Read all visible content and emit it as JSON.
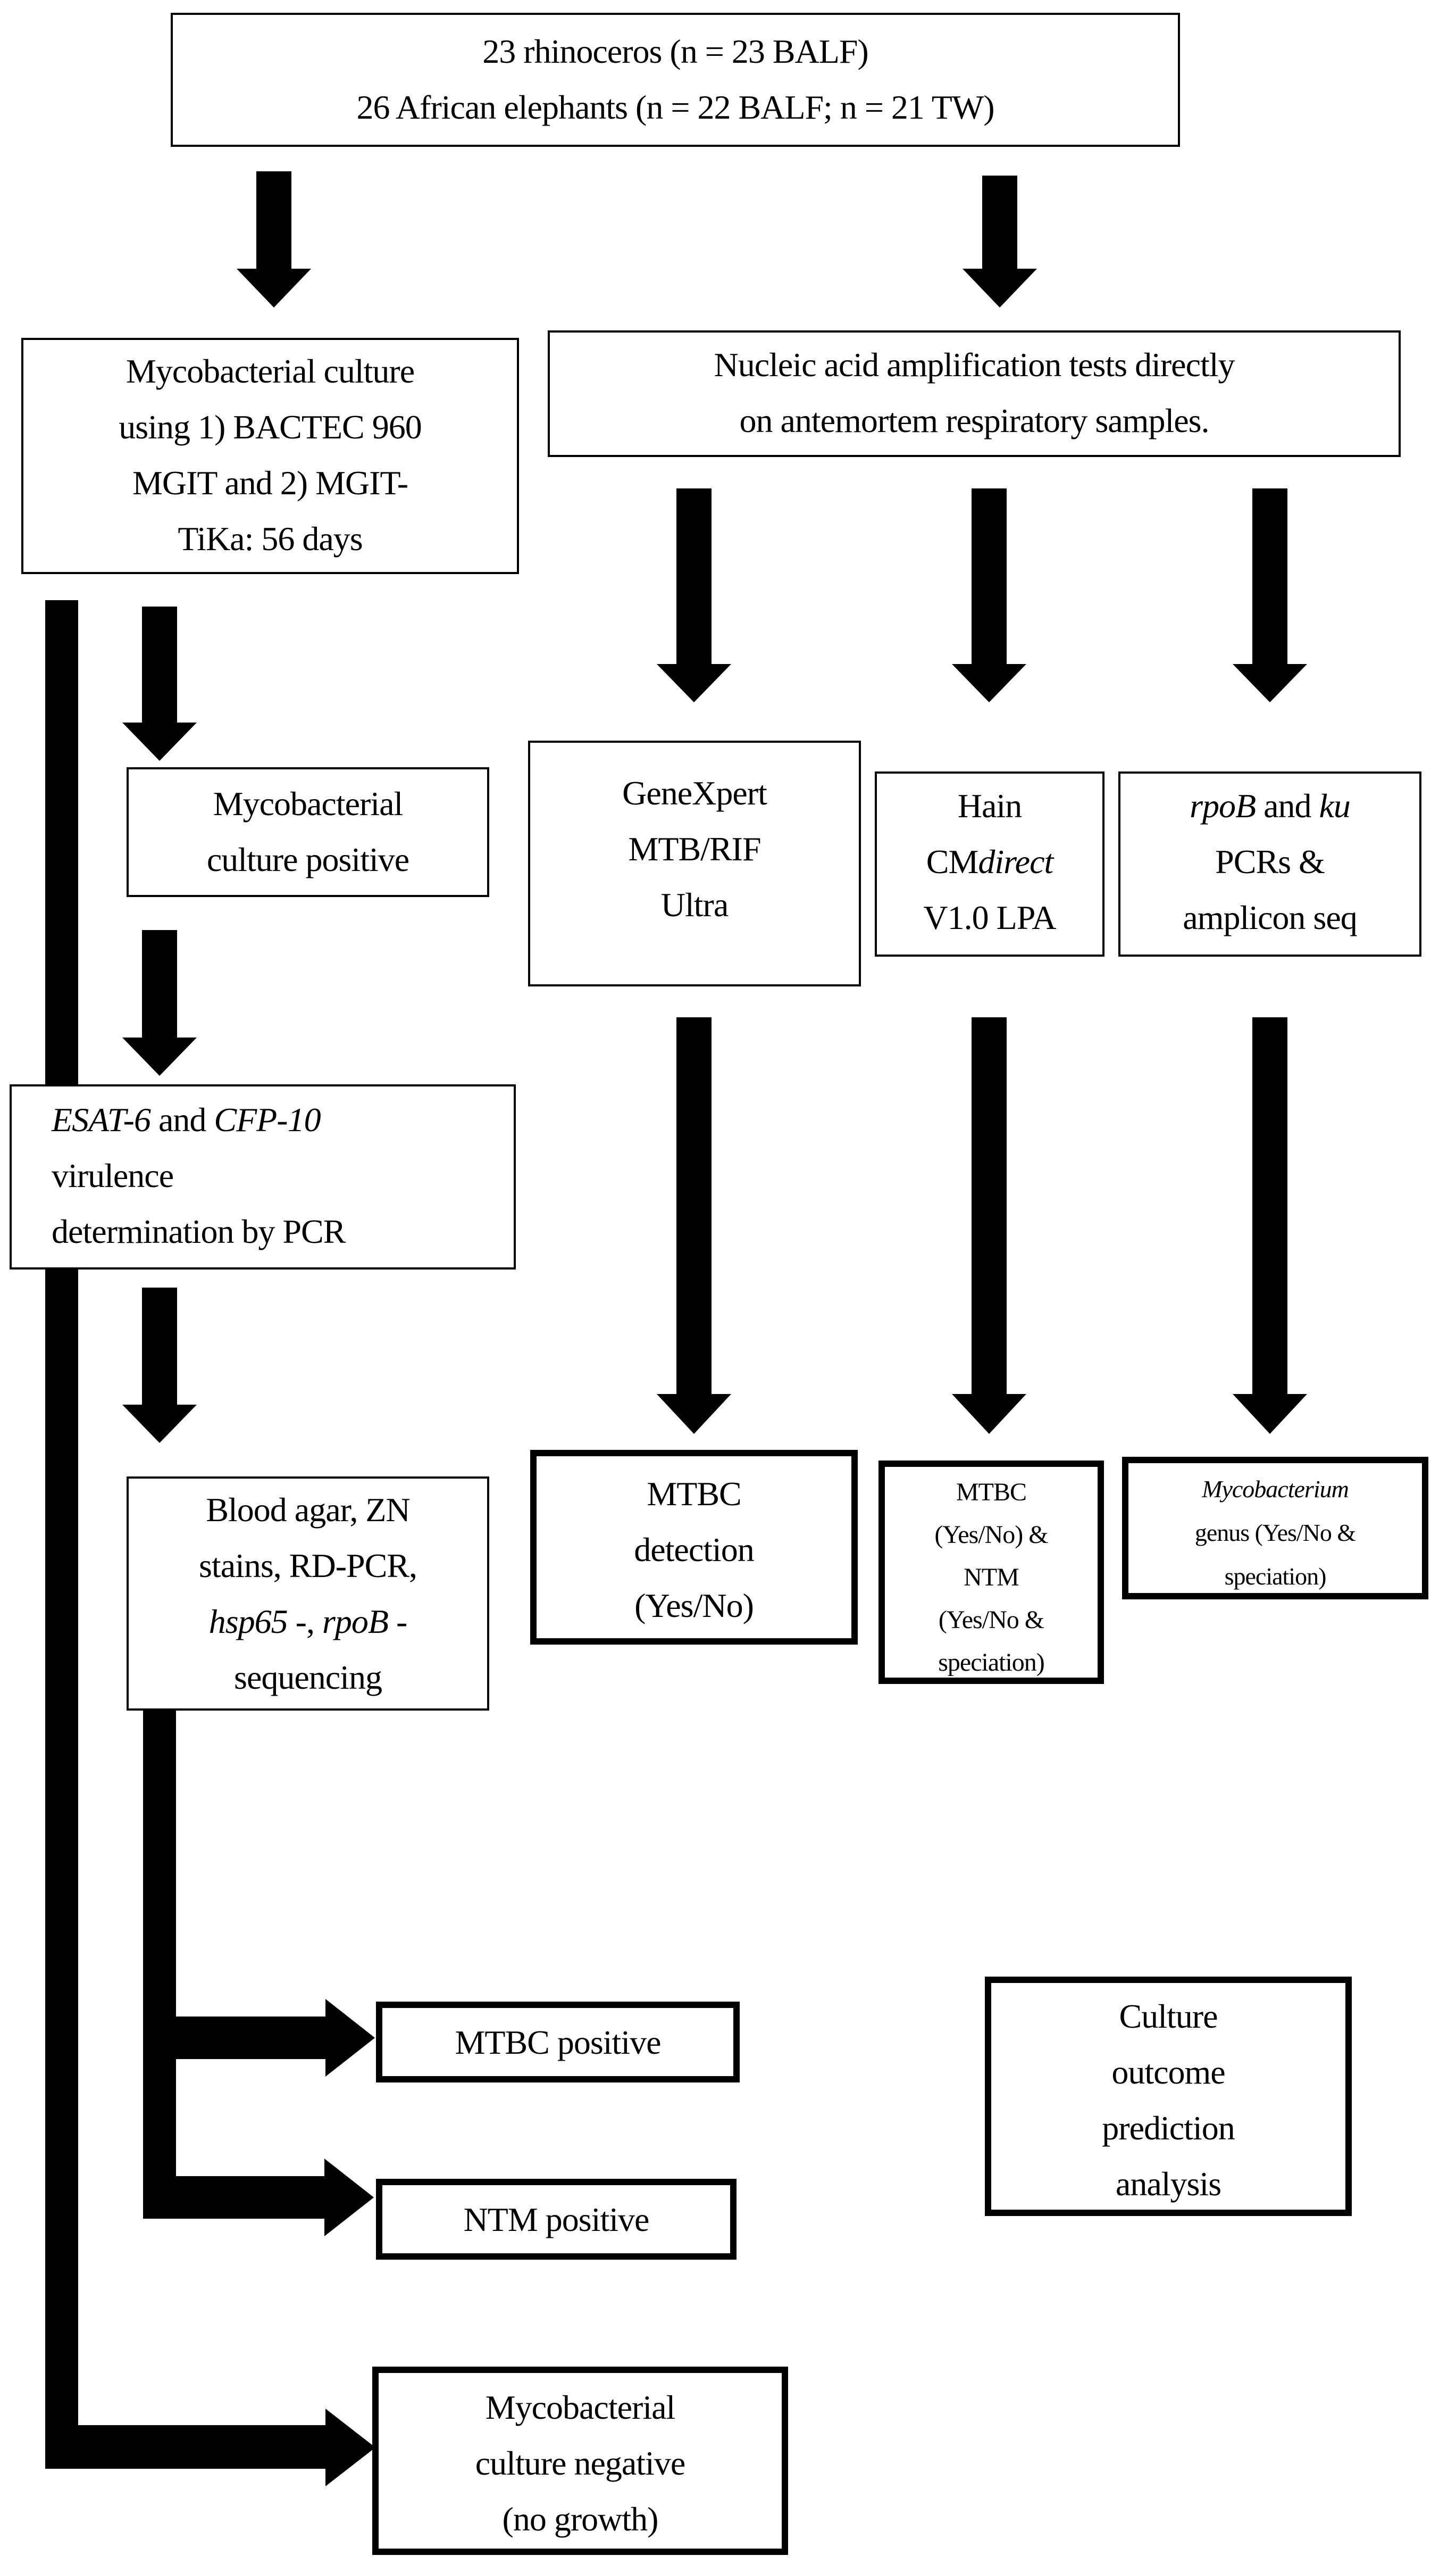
{
  "figure": {
    "type": "flowchart",
    "colors": {
      "ink": "#000000",
      "paper": "#ffffff",
      "box_border": "#000000",
      "arrow_fill": "#000000"
    },
    "boxes": {
      "cohort": {
        "lines": [
          "23 rhinoceros (n = 23 BALF)",
          "26 African elephants (n = 22 BALF; n = 21 TW)"
        ]
      },
      "culture": {
        "lines": [
          "Mycobacterial culture",
          "using 1) BACTEC 960",
          "MGIT and 2) MGIT-",
          "TiKa: 56 days"
        ]
      },
      "naat": {
        "lines": [
          "Nucleic acid amplification tests directly",
          "on antemortem respiratory samples."
        ]
      },
      "culture_positive": {
        "lines": [
          "Mycobacterial",
          "culture positive"
        ]
      },
      "genexpert": {
        "lines": [
          "GeneXpert",
          "MTB/RIF",
          "Ultra"
        ]
      },
      "hain": {
        "lines": [
          "Hain",
          [
            {
              "t": "CM"
            },
            {
              "t": "direct",
              "i": true
            }
          ],
          "V1.0 LPA"
        ]
      },
      "rpob_ku": {
        "lines": [
          [
            {
              "t": "rpoB",
              "i": true
            },
            {
              "t": " and "
            },
            {
              "t": "ku",
              "i": true
            }
          ],
          "PCRs &",
          "amplicon seq"
        ]
      },
      "esat": {
        "lines": [
          [
            {
              "t": "ESAT-6",
              "i": true
            },
            {
              "t": " and "
            },
            {
              "t": "CFP-10",
              "i": true
            }
          ],
          "virulence",
          "determination by PCR"
        ]
      },
      "blood_agar": {
        "lines": [
          "Blood agar, ZN",
          "stains, RD-PCR,",
          [
            {
              "t": "hsp65",
              "i": true
            },
            {
              "t": " -, "
            },
            {
              "t": "rpoB",
              "i": true
            },
            {
              "t": " -"
            }
          ],
          "sequencing"
        ]
      },
      "mtbc_detection": {
        "lines": [
          "MTBC",
          "detection",
          "(Yes/No)"
        ]
      },
      "mtbc_ntm": {
        "lines": [
          "MTBC",
          "(Yes/No) &",
          "NTM",
          "(Yes/No &",
          "speciation)"
        ]
      },
      "genus": {
        "lines": [
          [
            {
              "t": "Mycobacterium",
              "i": true
            }
          ],
          "genus (Yes/No &",
          "speciation)"
        ]
      },
      "mtbc_positive": {
        "lines": [
          "MTBC positive"
        ]
      },
      "ntm_positive": {
        "lines": [
          "NTM positive"
        ]
      },
      "outcome": {
        "lines": [
          "Culture",
          "outcome",
          "prediction",
          "analysis"
        ]
      },
      "culture_negative": {
        "lines": [
          "Mycobacterial",
          "culture negative",
          "(no growth)"
        ]
      }
    }
  }
}
